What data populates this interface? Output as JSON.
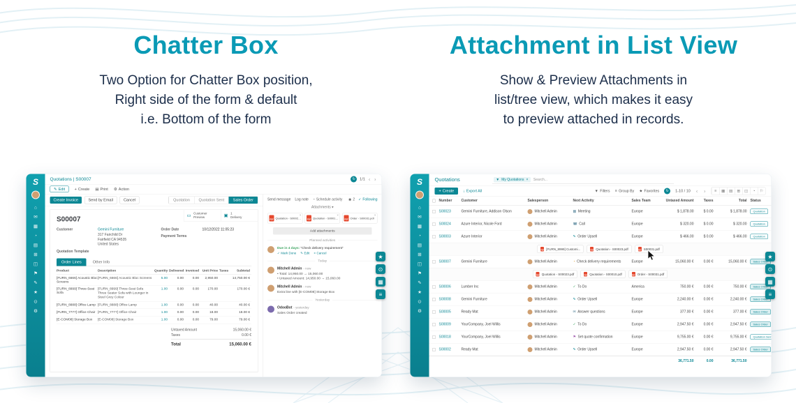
{
  "features": [
    {
      "title": "Chatter Box",
      "subtitle": "Two Option for Chatter Box position,\nRight side of the form & default\ni.e. Bottom of the form"
    },
    {
      "title": "Attachment in List View",
      "subtitle": "Show & Preview Attachments in\nlist/tree view, which makes it easy\nto preview attached in records."
    }
  ],
  "colors": {
    "accent": "#0b8794",
    "title": "#0a9ab5",
    "subtitle": "#1c2e4a",
    "pdf": "#e5482e"
  },
  "app": {
    "logo": "S"
  },
  "icons": {
    "edit": "✎",
    "plus": "+",
    "print": "▤",
    "gear": "⚙",
    "refresh": "↻",
    "prev": "‹",
    "next": "›",
    "caret": "▾",
    "clock": "◔",
    "check": "✓",
    "close": "×",
    "follower": "◉",
    "download": "↓",
    "filter": "▼",
    "group_by": "≡",
    "star": "★",
    "pdf_label": "PDF",
    "monitor": "▭",
    "truck": "▣",
    "search": "⊙"
  },
  "sidebar_icons": [
    {
      "name": "home",
      "glyph": "⌂"
    },
    {
      "name": "discuss",
      "glyph": "✉"
    },
    {
      "name": "calendar",
      "glyph": "▦"
    },
    {
      "name": "crm",
      "glyph": "◔"
    },
    {
      "name": "sales",
      "glyph": "▤"
    },
    {
      "name": "dashboard",
      "glyph": "⊞"
    },
    {
      "name": "inventory",
      "glyph": "◫"
    },
    {
      "name": "purchase",
      "glyph": "⚑"
    },
    {
      "name": "accounting",
      "glyph": "✎"
    },
    {
      "name": "employees",
      "glyph": "★"
    },
    {
      "name": "website",
      "glyph": "⊙"
    },
    {
      "name": "settings",
      "glyph": "⚙"
    }
  ],
  "fabs": [
    {
      "name": "bookmark",
      "glyph": "★"
    },
    {
      "name": "search",
      "glyph": "⊙"
    },
    {
      "name": "apps",
      "glyph": "▦"
    },
    {
      "name": "menu",
      "glyph": "≡"
    }
  ],
  "form_view": {
    "breadcrumb": "Quotations | S00007",
    "pager": "1/1",
    "toolbar": {
      "edit": "Edit",
      "create": "Create",
      "print": "Print",
      "action": "Action"
    },
    "header_buttons": {
      "primary": "Create Invoice",
      "secondary1": "Send by Email",
      "secondary2": "Cancel"
    },
    "statusbar": [
      {
        "label": "Quotation",
        "active": false
      },
      {
        "label": "Quotation Sent",
        "active": false
      },
      {
        "label": "Sales Order",
        "active": true
      }
    ],
    "smart_buttons": [
      {
        "name": "customer-preview",
        "glyph": "▭",
        "text": "Customer\nPreview"
      },
      {
        "name": "delivery",
        "glyph": "▣",
        "text": "1\nDelivery"
      }
    ],
    "record_name": "S00007",
    "fields": {
      "customer_label": "Customer",
      "customer_name": "Gemini Furniture",
      "customer_address": "317 Fairchild Dr\nFairfield CA 94535\nUnited States",
      "order_date_label": "Order Date",
      "order_date": "10/12/2022 11:05:23",
      "payment_terms_label": "Payment Terms",
      "quotation_template_label": "Quotation Template"
    },
    "tabs": [
      "Order Lines",
      "Other Info"
    ],
    "table": {
      "headers": [
        "Product",
        "Description",
        "Quantity",
        "Delivered",
        "Invoiced",
        "Unit Price",
        "Taxes",
        "Subtotal"
      ],
      "rows": [
        {
          "product": "[FURN_6666] Acoustic Bloc Screens",
          "description": "[FURN_6666] Acoustic Bloc Screens",
          "qty": "5.00",
          "delivered": "0.00",
          "invoiced": "0.00",
          "unit_price": "2,950.00",
          "taxes": "",
          "subtotal": "14,750.00 €"
        },
        {
          "product": "[FURN_8999] Three-Seat Sofa",
          "description": "[FURN_8999] Three-Seat Sofa\nThree Seater Sofa with Lounger in Steel Grey Colour",
          "qty": "1.00",
          "delivered": "0.00",
          "invoiced": "0.00",
          "unit_price": "170.00",
          "taxes": "",
          "subtotal": "170.00 €"
        },
        {
          "product": "[FURN_8888] Office Lamp",
          "description": "[FURN_8888] Office Lamp",
          "qty": "1.00",
          "delivered": "0.00",
          "invoiced": "0.00",
          "unit_price": "40.00",
          "taxes": "",
          "subtotal": "40.00 €"
        },
        {
          "product": "[FURN_7777] Office Chair",
          "description": "[FURN_7777] Office Chair",
          "qty": "1.00",
          "delivered": "0.00",
          "invoiced": "0.00",
          "unit_price": "18.00",
          "taxes": "",
          "subtotal": "18.00 €"
        },
        {
          "product": "[E-COM08] Storage Box",
          "description": "[E-COM08] Storage Box",
          "qty": "1.00",
          "delivered": "0.00",
          "invoiced": "0.00",
          "unit_price": "79.00",
          "taxes": "",
          "subtotal": "79.00 €"
        }
      ]
    },
    "totals": {
      "untaxed_label": "Untaxed Amount",
      "untaxed": "15,060.00 €",
      "taxes_label": "Taxes",
      "taxes": "0.00 €",
      "total_label": "Total",
      "total": "15,060.00 €"
    },
    "chatter": {
      "send_message": "Send message",
      "log_note": "Log note",
      "schedule_activity": "Schedule activity",
      "follower_count": "2",
      "following_label": "Following",
      "attachments_label": "Attachments",
      "attachments": [
        {
          "filename": "Quotation - S00023.pdf"
        },
        {
          "filename": "Quotation - S00010.pdf"
        },
        {
          "filename": "Order - S00031.pdf"
        }
      ],
      "add_attachments_label": "Add attachments",
      "planned_activities_label": "Planned activities",
      "activity": {
        "due": "Due in 4 days:",
        "summary": "“Check delivery requirement”",
        "mark_done": "Mark Done",
        "edit": "Edit",
        "cancel": "Cancel"
      },
      "today_label": "Today",
      "yesterday_label": "Yesterday",
      "messages": [
        {
          "author": "Mitchell Admin",
          "time": "- now",
          "body": "• Total: 14,950.00 → 15,060.00\n• Untaxed Amount: 14,950.00 → 15,060.00"
        },
        {
          "author": "Mitchell Admin",
          "time": "- now",
          "body": "Extra line with [E-COM08] Storage Box"
        },
        {
          "author": "OdooBot",
          "time": "- yesterday",
          "body": "Sales Order created"
        }
      ]
    }
  },
  "list_view": {
    "title": "Quotations",
    "search": {
      "facet": "My Quotations",
      "placeholder_shown": "Search..."
    },
    "toolbar": {
      "create": "Create",
      "export": "Export All",
      "filters": "Filters",
      "group_by": "Group By",
      "favorites": "Favorites",
      "pager": "1-10 / 10"
    },
    "views": [
      {
        "name": "list",
        "glyph": "≡"
      },
      {
        "name": "kanban",
        "glyph": "▦"
      },
      {
        "name": "calendar",
        "glyph": "▤"
      },
      {
        "name": "pivot",
        "glyph": "⊞"
      },
      {
        "name": "graph",
        "glyph": "◫"
      },
      {
        "name": "activity",
        "glyph": "◔"
      },
      {
        "name": "map",
        "glyph": "⚐"
      }
    ],
    "table": {
      "headers": [
        "Number",
        "Customer",
        "Salesperson",
        "Next Activity",
        "Sales Team",
        "Untaxed Amount",
        "Taxes",
        "Total",
        "Status"
      ],
      "rows": [
        {
          "number": "S00023",
          "customer": "Gemini Furniture, Addison Olson",
          "salesperson": "Mitchell Admin",
          "activity": "Meeting",
          "activity_icon": "▦",
          "activity_color": "#5b899e",
          "team": "Europe",
          "untaxed": "$ 1,878.00",
          "taxes": "$ 0.00",
          "total": "$ 1,878.00",
          "status": "Quotation",
          "attachments": []
        },
        {
          "number": "S00024",
          "customer": "Azure Interior, Nicole Ford",
          "salesperson": "Mitchell Admin",
          "activity": "Call",
          "activity_icon": "☎",
          "activity_color": "#5b899e",
          "team": "Europe",
          "untaxed": "$ 320.00",
          "taxes": "$ 0.00",
          "total": "$ 320.00",
          "status": "Quotation",
          "attachments": []
        },
        {
          "number": "S00003",
          "customer": "Azure Interior",
          "salesperson": "Mitchell Admin",
          "activity": "Order Upsell",
          "activity_icon": "✎",
          "activity_color": "#0b8794",
          "team": "Europe",
          "untaxed": "$ 466.00",
          "taxes": "$ 0.00",
          "total": "$ 466.00",
          "status": "Quotation",
          "attachments": [
            "[FURN_8999] Customi...",
            "Quotation - S00023.pdf",
            "S00031.pdf"
          ]
        },
        {
          "number": "S00007",
          "customer": "Gemini Furniture",
          "salesperson": "Mitchell Admin",
          "activity": "Check delivery requirements",
          "activity_icon": "◔",
          "activity_color": "#e0a23c",
          "team": "Europe",
          "untaxed": "15,060.00 €",
          "taxes": "0.00 €",
          "total": "15,060.00 €",
          "status": "Sales Order",
          "attachments": [
            "Quotation - S00023.pdf",
            "Quotation - S00010.pdf",
            "Order - S00031.pdf"
          ]
        },
        {
          "number": "S00006",
          "customer": "Lumber Inc",
          "salesperson": "Mitchell Admin",
          "activity": "To Do",
          "activity_icon": "✓",
          "activity_color": "#3aa35f",
          "team": "America",
          "untaxed": "750.00 €",
          "taxes": "0.00 €",
          "total": "750.00 €",
          "status": "Sales Order",
          "attachments": []
        },
        {
          "number": "S00008",
          "customer": "Gemini Furniture",
          "salesperson": "Mitchell Admin",
          "activity": "Order Upsell",
          "activity_icon": "✎",
          "activity_color": "#0b8794",
          "team": "Europe",
          "untaxed": "2,240.00 €",
          "taxes": "0.00 €",
          "total": "2,240.00 €",
          "status": "Sales Order",
          "attachments": []
        },
        {
          "number": "S00005",
          "customer": "Ready Mat",
          "salesperson": "Mitchell Admin",
          "activity": "Answer questions",
          "activity_icon": "✉",
          "activity_color": "#5b899e",
          "team": "Europe",
          "untaxed": "377.00 €",
          "taxes": "0.00 €",
          "total": "377.00 €",
          "status": "Sales Order",
          "attachments": []
        },
        {
          "number": "S00009",
          "customer": "YourCompany, Joel Willis",
          "salesperson": "Mitchell Admin",
          "activity": "To Do",
          "activity_icon": "✓",
          "activity_color": "#3aa35f",
          "team": "Europe",
          "untaxed": "2,947.50 €",
          "taxes": "0.00 €",
          "total": "2,947.50 €",
          "status": "Sales Order",
          "attachments": []
        },
        {
          "number": "S00018",
          "customer": "YourCompany, Joel Willis",
          "salesperson": "Mitchell Admin",
          "activity": "Set quote confirmation",
          "activity_icon": "⚑",
          "activity_color": "#a35db0",
          "team": "Europe",
          "untaxed": "9,755.00 €",
          "taxes": "0.00 €",
          "total": "9,755.00 €",
          "status": "Quotation Sent",
          "attachments": []
        },
        {
          "number": "S00002",
          "customer": "Ready Mat",
          "salesperson": "Mitchell Admin",
          "activity": "Order Upsell",
          "activity_icon": "✎",
          "activity_color": "#0b8794",
          "team": "Europe",
          "untaxed": "2,947.50 €",
          "taxes": "0.00 €",
          "total": "2,947.50 €",
          "status": "Sales Order",
          "attachments": []
        }
      ],
      "footer": {
        "untaxed": "36,771.50",
        "taxes": "0.00",
        "total": "36,771.50"
      }
    }
  }
}
